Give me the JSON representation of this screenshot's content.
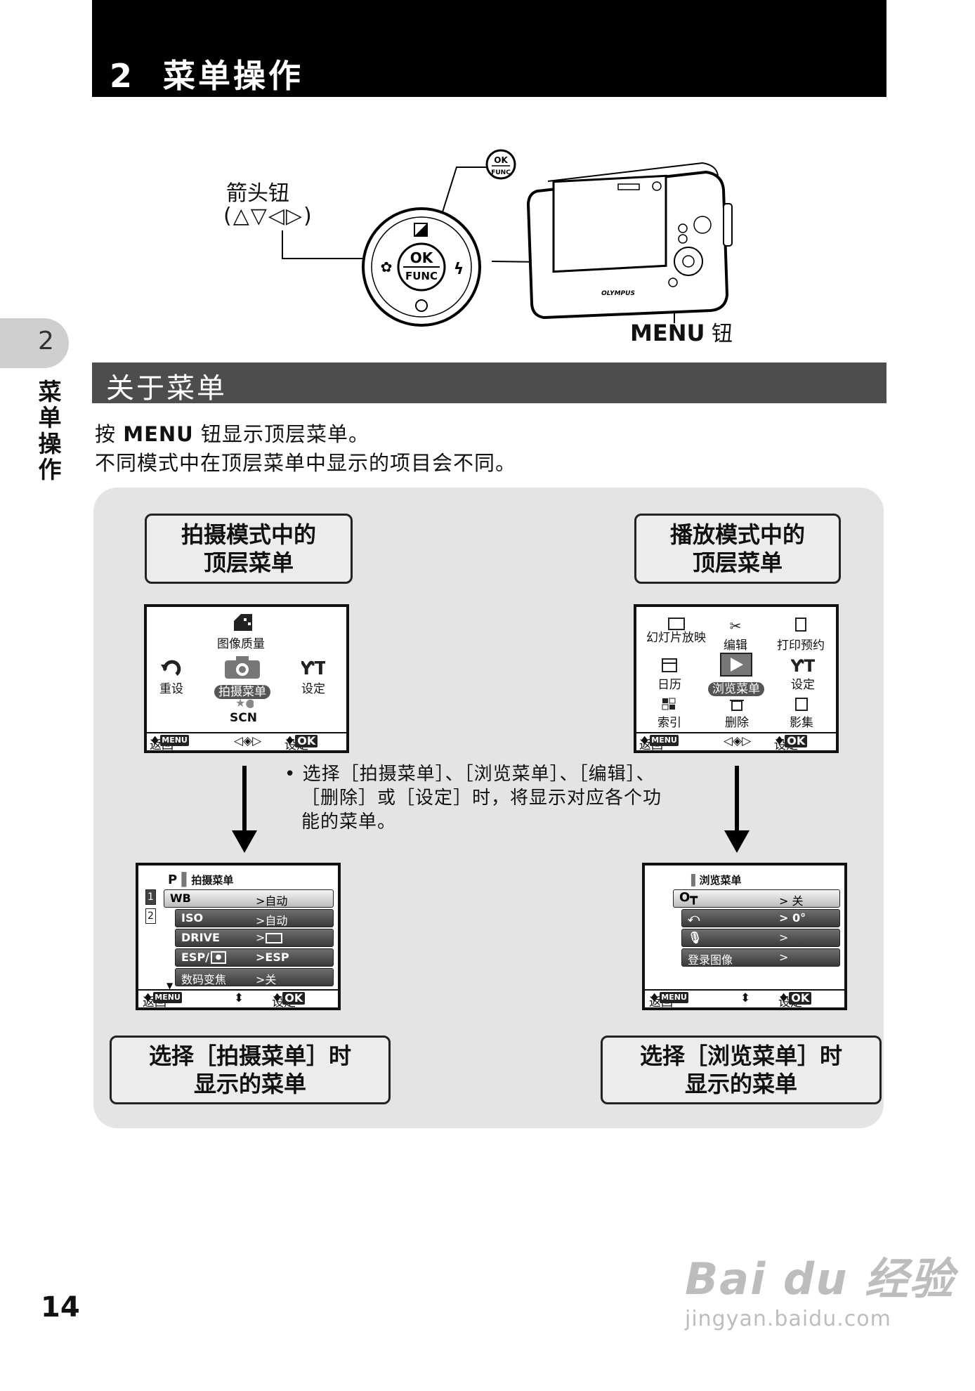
{
  "header": {
    "chapter_number": "2",
    "chapter_title": "菜单操作"
  },
  "side_tab": {
    "number": "2",
    "label": "菜单操作"
  },
  "diagram": {
    "arrow_buttons_label": "箭头钮",
    "arrow_buttons_glyphs": "(△▽◁▷)",
    "ok_func_top": "OK",
    "ok_func_bottom": "FUNC",
    "menu_button_word": "MENU",
    "menu_button_suffix": "钮",
    "camera_brand": "OLYMPUS"
  },
  "section": {
    "title": "关于菜单"
  },
  "intro": {
    "line1_prefix": "按",
    "line1_key": "MENU",
    "line1_suffix": "钮显示顶层菜单。",
    "line2": "不同模式中在顶层菜单中显示的项目会不同。"
  },
  "shooting_box": {
    "line1": "拍摄模式中的",
    "line2": "顶层菜单"
  },
  "playback_box": {
    "line1": "播放模式中的",
    "line2": "顶层菜单"
  },
  "shooting_top_screen": {
    "items": [
      "图像质量",
      "重设",
      "拍摄菜单",
      "设定",
      "SCN"
    ],
    "footer": {
      "back": "返回",
      "back_key": "MENU",
      "set": "设定",
      "set_key": "OK"
    }
  },
  "playback_top_screen": {
    "items": [
      "幻灯片放映",
      "编辑",
      "打印预约",
      "日历",
      "浏览菜单",
      "设定",
      "索引",
      "删除",
      "影集"
    ],
    "footer": {
      "back": "返回",
      "back_key": "MENU",
      "set": "设定",
      "set_key": "OK"
    }
  },
  "note": {
    "bullet": "•",
    "line1": "选择［拍摄菜单］、［浏览菜单］、［编辑］、",
    "line2": "［删除］或［设定］时，将显示对应各个功",
    "line3": "能的菜单。"
  },
  "shooting_menu_screen": {
    "mode": "P",
    "title": "拍摄菜单",
    "pages": [
      "1",
      "2"
    ],
    "rows": [
      {
        "key": "WB",
        "value": ">自动"
      },
      {
        "key": "ISO",
        "value": ">自动"
      },
      {
        "key": "DRIVE",
        "value": ">"
      },
      {
        "key": "ESP/",
        "value": ">ESP"
      },
      {
        "key": "数码变焦",
        "value": ">关"
      }
    ],
    "footer": {
      "back": "返回",
      "back_key": "MENU",
      "set": "设定",
      "set_key": "OK"
    }
  },
  "playback_menu_screen": {
    "title": "浏览菜单",
    "rows": [
      {
        "key": "",
        "value": "> 关"
      },
      {
        "key": "",
        "value": "> 0°"
      },
      {
        "key": "",
        "value": ">"
      },
      {
        "key": "登录图像",
        "value": ">"
      }
    ],
    "footer": {
      "back": "返回",
      "back_key": "MENU",
      "set": "设定",
      "set_key": "OK"
    }
  },
  "shooting_result_box": {
    "line1": "选择［拍摄菜单］时",
    "line2": "显示的菜单"
  },
  "playback_result_box": {
    "line1": "选择［浏览菜单］时",
    "line2": "显示的菜单"
  },
  "page_number": "14",
  "watermark": {
    "brand": "Bai du 经验",
    "url": "jingyan.baidu.com"
  }
}
